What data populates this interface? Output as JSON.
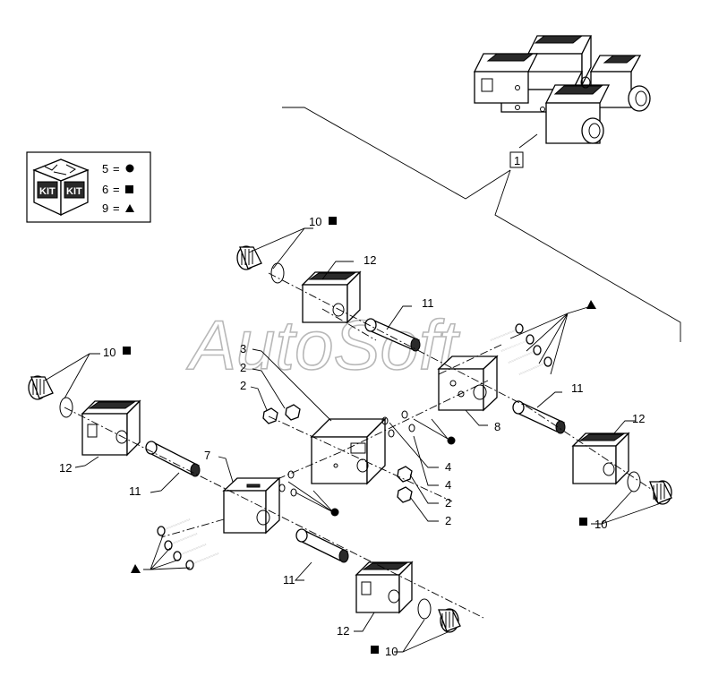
{
  "watermark": "AutoSoft",
  "legend": {
    "kit_text": "KIT",
    "rows": [
      {
        "num": "5",
        "eq": "=",
        "symbol": "circle"
      },
      {
        "num": "6",
        "eq": "=",
        "symbol": "square"
      },
      {
        "num": "9",
        "eq": "=",
        "symbol": "triangle"
      }
    ]
  },
  "callouts": [
    {
      "id": "c1",
      "text": "1"
    },
    {
      "id": "c10a",
      "text": "10"
    },
    {
      "id": "c12a",
      "text": "12"
    },
    {
      "id": "c11a",
      "text": "11"
    },
    {
      "id": "c3",
      "text": "3"
    },
    {
      "id": "c2a",
      "text": "2"
    },
    {
      "id": "c2b",
      "text": "2"
    },
    {
      "id": "c10b",
      "text": "10"
    },
    {
      "id": "c12b",
      "text": "12"
    },
    {
      "id": "c11b",
      "text": "11"
    },
    {
      "id": "c7",
      "text": "7"
    },
    {
      "id": "c8",
      "text": "8"
    },
    {
      "id": "c11c",
      "text": "11"
    },
    {
      "id": "c12c",
      "text": "12"
    },
    {
      "id": "c4a",
      "text": "4"
    },
    {
      "id": "c4b",
      "text": "4"
    },
    {
      "id": "c2c",
      "text": "2"
    },
    {
      "id": "c2d",
      "text": "2"
    },
    {
      "id": "c10c",
      "text": "10"
    },
    {
      "id": "c11d",
      "text": "11"
    },
    {
      "id": "c12d",
      "text": "12"
    },
    {
      "id": "c10d",
      "text": "10"
    }
  ],
  "colors": {
    "line": "#000000",
    "watermark": "#b8b8b8",
    "fill_dark": "#2a2a2a"
  }
}
